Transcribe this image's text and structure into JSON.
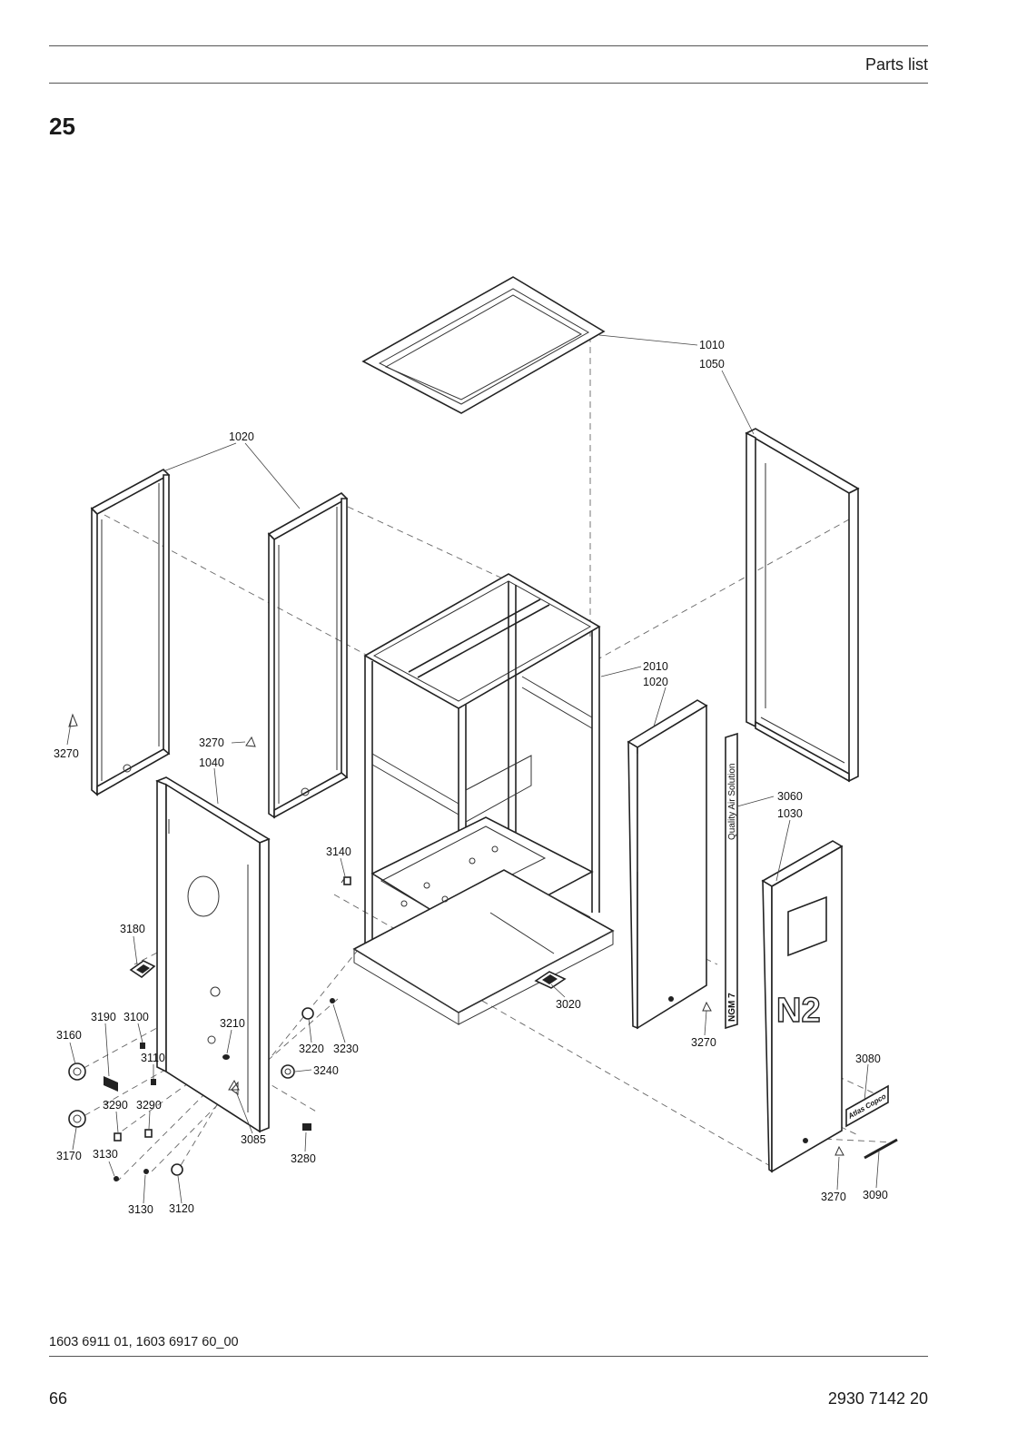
{
  "header": {
    "title": "Parts list"
  },
  "section": {
    "number": "25"
  },
  "labels": {
    "n1010": "1010",
    "n1050": "1050",
    "n1020a": "1020",
    "n1020b": "1020",
    "n2010": "2010",
    "n1040": "1040",
    "n1030": "1030",
    "n3060": "3060",
    "n3270a": "3270",
    "n3270b": "3270",
    "n3270c": "3270",
    "n3270d": "3270",
    "n3140": "3140",
    "n3180": "3180",
    "n3190": "3190",
    "n3100": "3100",
    "n3160": "3160",
    "n3110": "3110",
    "n3210": "3210",
    "n3220": "3220",
    "n3230": "3230",
    "n3240": "3240",
    "n3290a": "3290",
    "n3290b": "3290",
    "n3170": "3170",
    "n3130a": "3130",
    "n3130b": "3130",
    "n3120": "3120",
    "n3085": "3085",
    "n3280": "3280",
    "n3020": "3020",
    "n3080": "3080",
    "n3090": "3090"
  },
  "decal": {
    "banner_text": "Quality Air Solution",
    "banner_model": "NGM 7",
    "logo_text": "N2",
    "brand_text": "Atlas Copco"
  },
  "footer": {
    "reference": "1603 6911 01, 1603 6917 60_00",
    "page_number": "66",
    "document_number": "2930 7142 20"
  }
}
